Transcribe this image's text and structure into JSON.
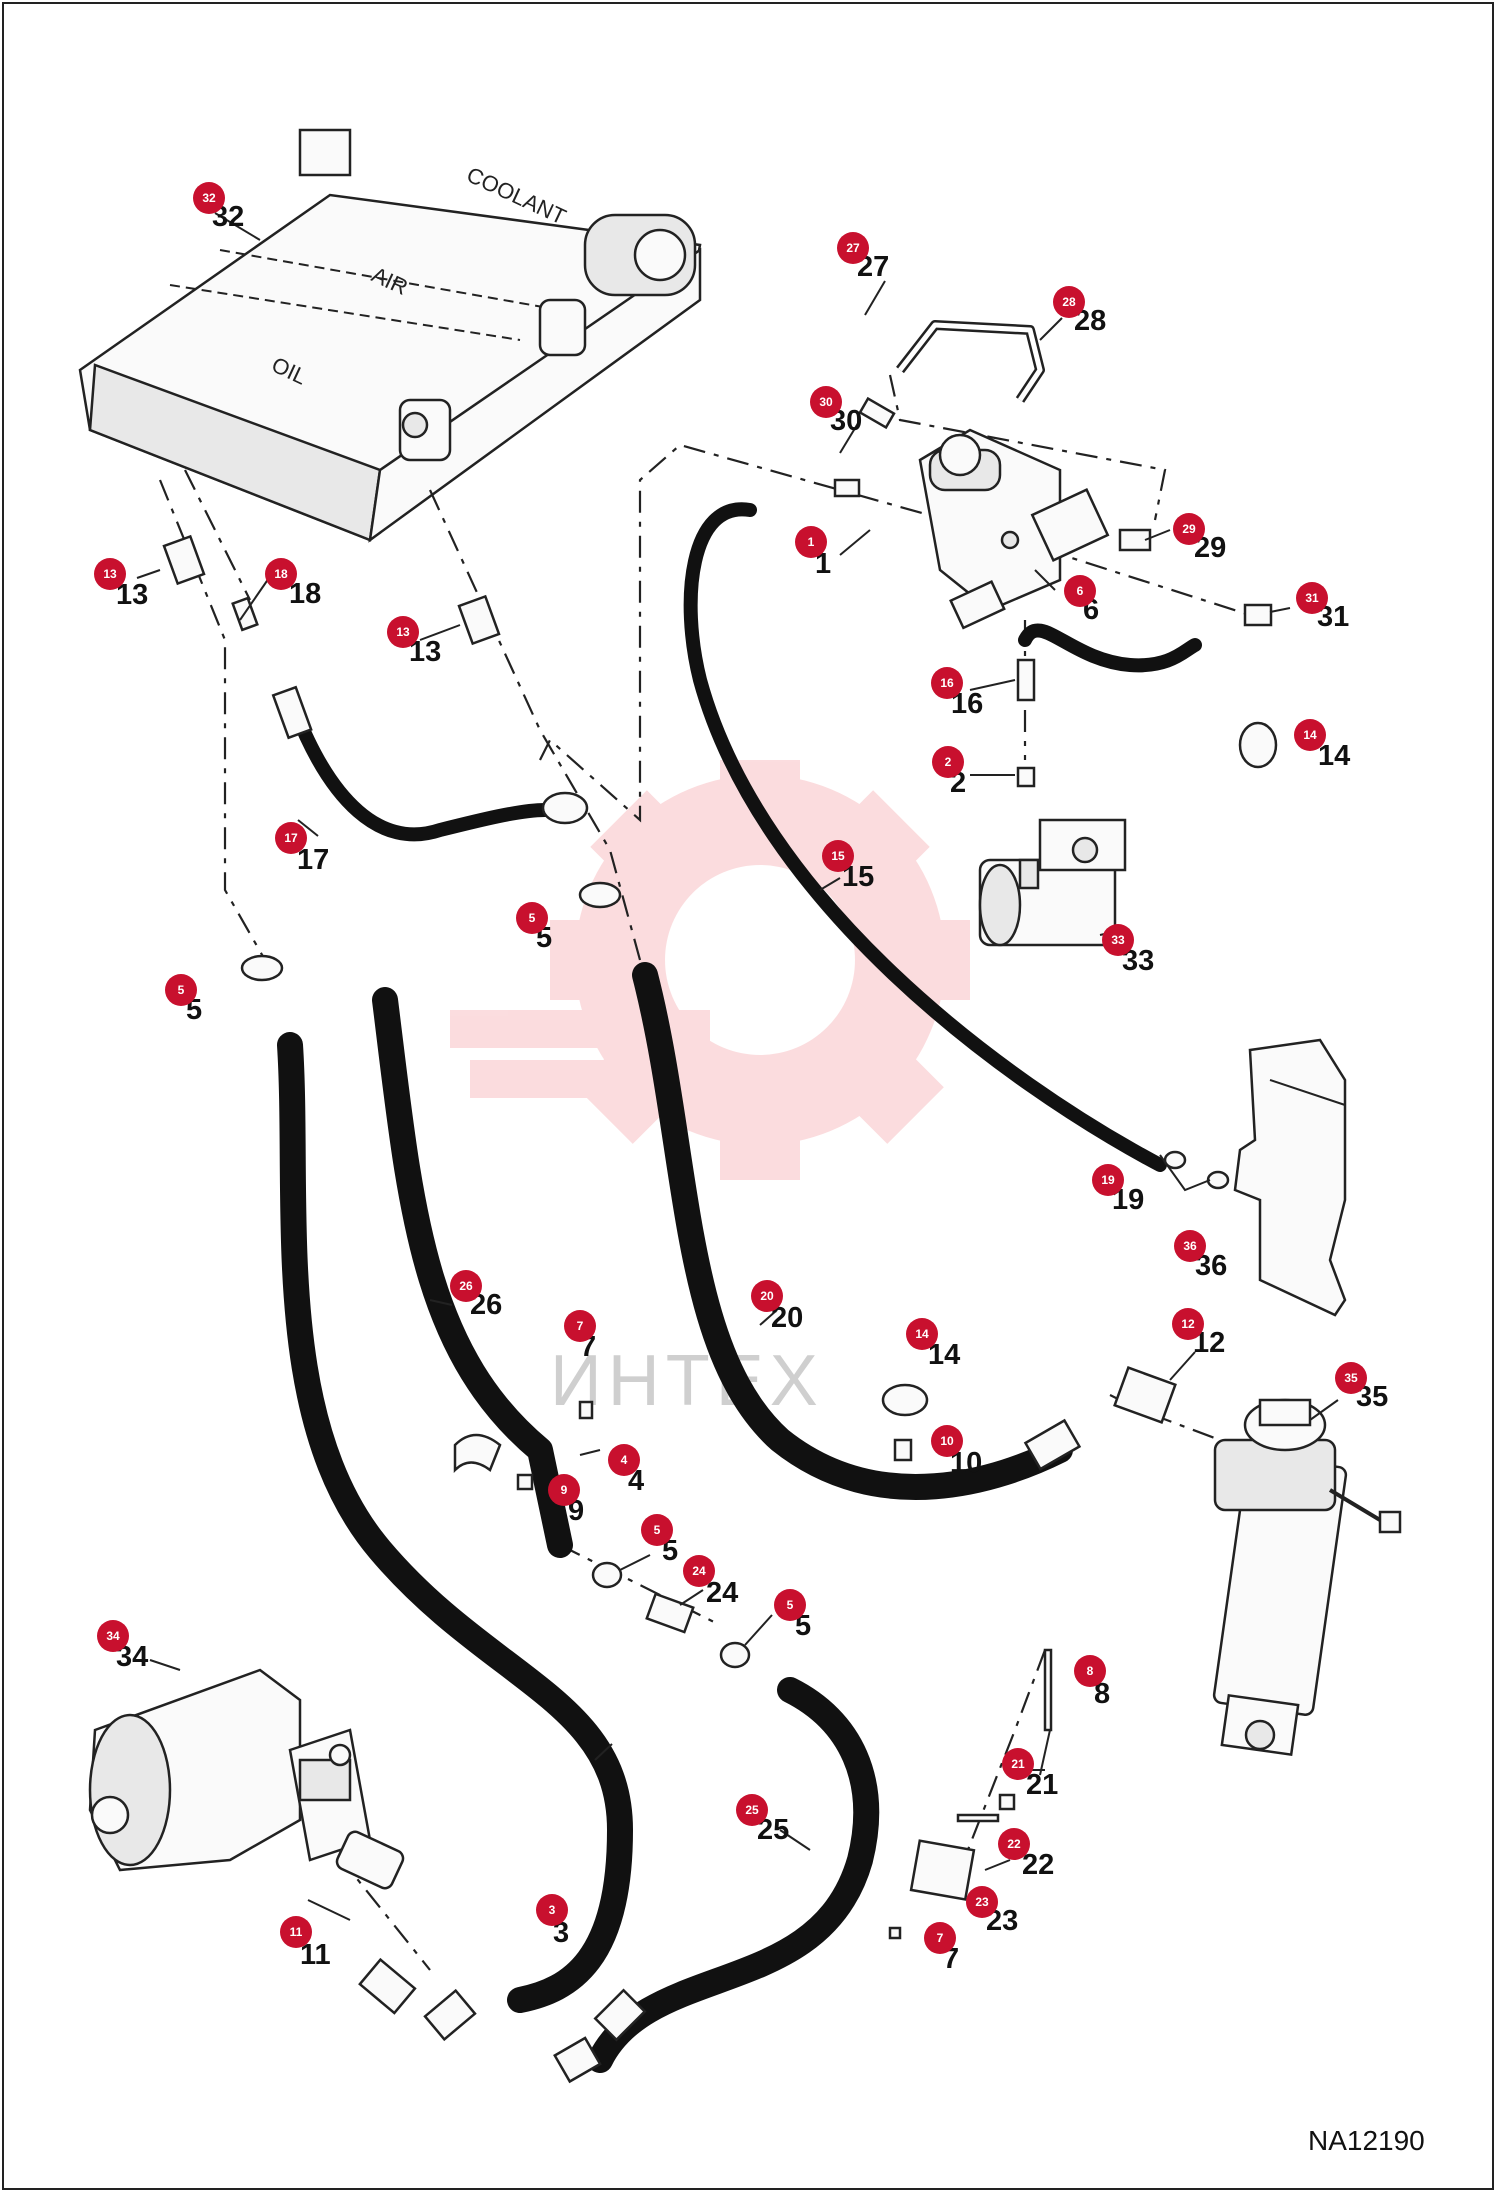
{
  "drawing_ref": "NA12190",
  "watermark": {
    "text": "ИНТЕХ",
    "color": "#e8373f"
  },
  "radiator_labels": [
    "COOLANT",
    "AIR",
    "OIL"
  ],
  "callout_color": "#c8102e",
  "callouts": [
    {
      "num": "1"
    },
    {
      "num": "2"
    },
    {
      "num": "3"
    },
    {
      "num": "4"
    },
    {
      "num": "5"
    },
    {
      "num": "5"
    },
    {
      "num": "5"
    },
    {
      "num": "5"
    },
    {
      "num": "6"
    },
    {
      "num": "7"
    },
    {
      "num": "7"
    },
    {
      "num": "8"
    },
    {
      "num": "9"
    },
    {
      "num": "10"
    },
    {
      "num": "11"
    },
    {
      "num": "12"
    },
    {
      "num": "13"
    },
    {
      "num": "13"
    },
    {
      "num": "14"
    },
    {
      "num": "14"
    },
    {
      "num": "15"
    },
    {
      "num": "16"
    },
    {
      "num": "17"
    },
    {
      "num": "18"
    },
    {
      "num": "19"
    },
    {
      "num": "20"
    },
    {
      "num": "21"
    },
    {
      "num": "22"
    },
    {
      "num": "23"
    },
    {
      "num": "24"
    },
    {
      "num": "25"
    },
    {
      "num": "26"
    },
    {
      "num": "27"
    },
    {
      "num": "28"
    },
    {
      "num": "29"
    },
    {
      "num": "30"
    },
    {
      "num": "31"
    },
    {
      "num": "32"
    },
    {
      "num": "33"
    },
    {
      "num": "34"
    },
    {
      "num": "35"
    },
    {
      "num": "36"
    }
  ]
}
